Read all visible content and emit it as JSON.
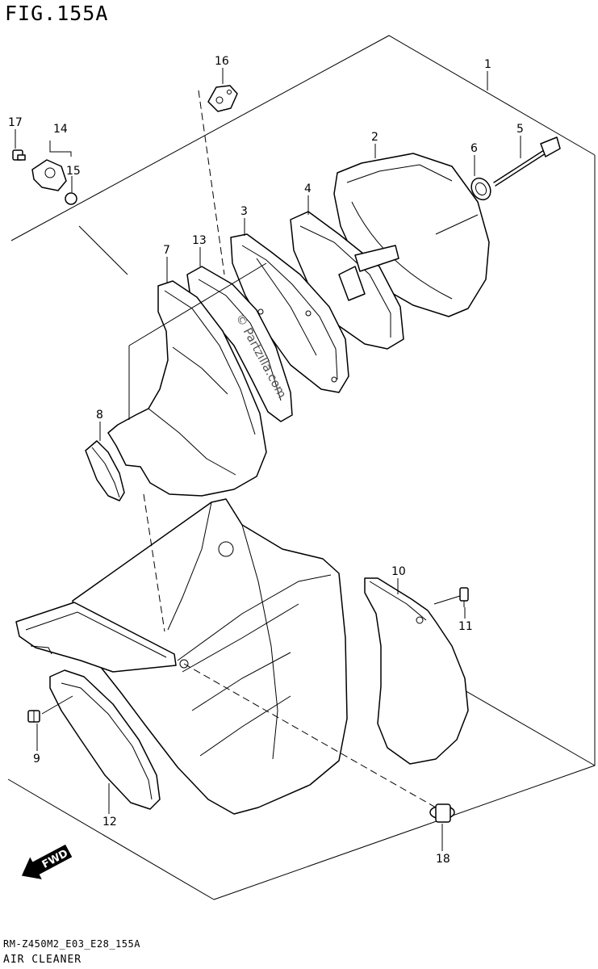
{
  "figure": {
    "title": "FIG.155A",
    "code": "RM-Z450M2_E03_E28_155A",
    "name": "AIR CLEANER",
    "watermark": "© Partzilla.com",
    "fwd_label": "FWD"
  },
  "callouts": [
    {
      "id": "1",
      "label": "1"
    },
    {
      "id": "2",
      "label": "2"
    },
    {
      "id": "3",
      "label": "3"
    },
    {
      "id": "4",
      "label": "4"
    },
    {
      "id": "5",
      "label": "5"
    },
    {
      "id": "6",
      "label": "6"
    },
    {
      "id": "7",
      "label": "7"
    },
    {
      "id": "8",
      "label": "8"
    },
    {
      "id": "9",
      "label": "9"
    },
    {
      "id": "10",
      "label": "10"
    },
    {
      "id": "11",
      "label": "11"
    },
    {
      "id": "12",
      "label": "12"
    },
    {
      "id": "13",
      "label": "13"
    },
    {
      "id": "14",
      "label": "14"
    },
    {
      "id": "15",
      "label": "15"
    },
    {
      "id": "16",
      "label": "16"
    },
    {
      "id": "17",
      "label": "17"
    },
    {
      "id": "18",
      "label": "18"
    }
  ]
}
